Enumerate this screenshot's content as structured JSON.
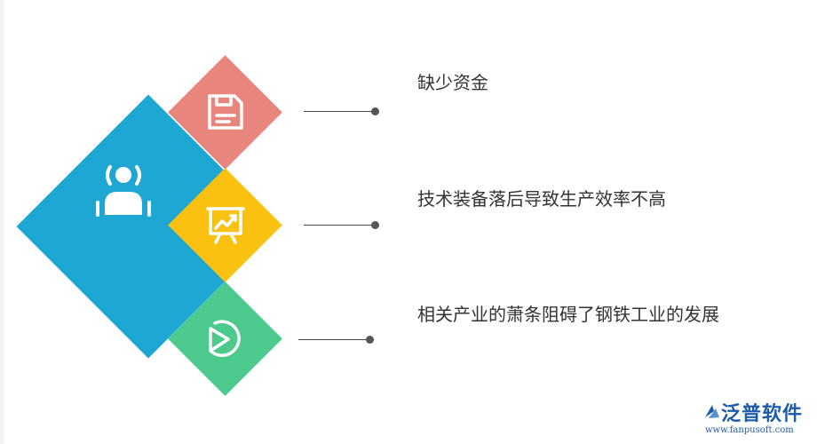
{
  "colors": {
    "big_diamond": "#1ea7d3",
    "item1": "#e8867d",
    "item2": "#fbc110",
    "item3": "#4cca8e",
    "text": "#333333",
    "line": "#444444",
    "brand": "#1e5ba8"
  },
  "icons": {
    "main": "person-icon",
    "item1": "save-icon",
    "item2": "chart-icon",
    "item3": "pie-chart-icon"
  },
  "items": [
    {
      "text": "缺少资金"
    },
    {
      "text": "技术装备落后导致生产效率不高"
    },
    {
      "text": "相关产业的萧条阻碍了钢铁工业的发展"
    }
  ],
  "logo": {
    "name": "泛普软件",
    "url": "www.fanpusoft.com"
  }
}
